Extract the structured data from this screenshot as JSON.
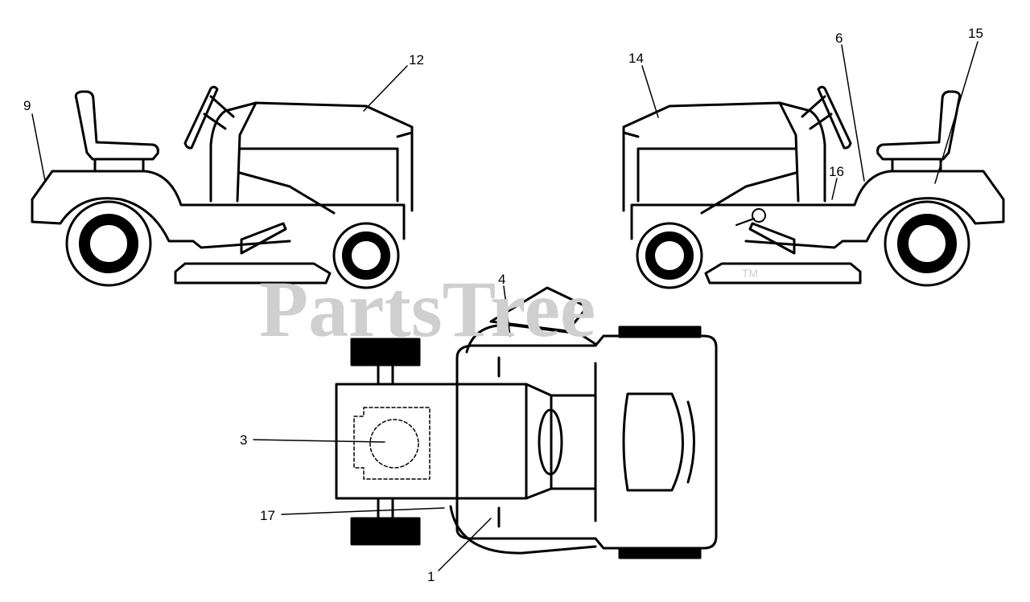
{
  "watermark": {
    "text": "PartsTree",
    "tm": "TM"
  },
  "callouts": {
    "n9": "9",
    "n12": "12",
    "n14": "14",
    "n6": "6",
    "n15": "15",
    "n16": "16",
    "n4": "4",
    "n3": "3",
    "n17": "17",
    "n1": "1"
  }
}
